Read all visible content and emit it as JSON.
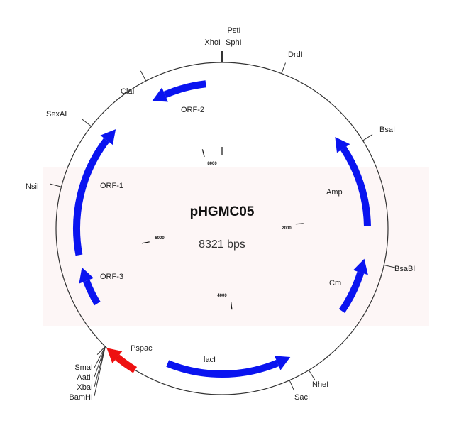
{
  "plasmid": {
    "name": "pHGMC05",
    "size_label": "8321 bps",
    "total_bp": 8321
  },
  "colors": {
    "gene": "#0a14f0",
    "promoter": "#ee1111",
    "backbone": "#333333",
    "watermark": "#fbeeee"
  },
  "scale_ticks": [
    {
      "bp": 0,
      "label": ""
    },
    {
      "bp": 2000,
      "label": "2000"
    },
    {
      "bp": 4000,
      "label": "4000"
    },
    {
      "bp": 6000,
      "label": "6000"
    },
    {
      "bp": 8000,
      "label": "8000"
    }
  ],
  "sites": [
    {
      "name": "PstI",
      "bp": 0
    },
    {
      "name": "XhoI",
      "bp": 0
    },
    {
      "name": "SphI",
      "bp": 0
    },
    {
      "name": "DrdI",
      "bp": 485
    },
    {
      "name": "BsaI",
      "bp": 1341
    },
    {
      "name": "BsaBI",
      "bp": 2374
    },
    {
      "name": "NheI",
      "bp": 3432
    },
    {
      "name": "SacI",
      "bp": 3606
    },
    {
      "name": "SmaI",
      "bp": 5194
    },
    {
      "name": "AatII",
      "bp": 5194
    },
    {
      "name": "XbaI",
      "bp": 5194
    },
    {
      "name": "BamHI",
      "bp": 5194
    },
    {
      "name": "NsiI",
      "bp": 6577
    },
    {
      "name": "SexAI",
      "bp": 7119
    },
    {
      "name": "ClaI",
      "bp": 7690
    }
  ],
  "features": [
    {
      "name": "ORF-2",
      "from_bp": 8173,
      "to_bp": 7658,
      "type": "gene"
    },
    {
      "name": "ORF-1",
      "from_bp": 5998,
      "to_bp": 7235,
      "type": "gene"
    },
    {
      "name": "ORF-3",
      "from_bp": 5524,
      "to_bp": 5883,
      "type": "gene"
    },
    {
      "name": "Amp",
      "from_bp": 2055,
      "to_bp": 1179,
      "type": "gene"
    },
    {
      "name": "Cm",
      "from_bp": 2878,
      "to_bp": 2358,
      "type": "gene"
    },
    {
      "name": "lacI",
      "from_bp": 4669,
      "to_bp": 3513,
      "type": "gene"
    },
    {
      "name": "Pspac",
      "from_bp": 4891,
      "to_bp": 5178,
      "type": "promoter"
    }
  ]
}
